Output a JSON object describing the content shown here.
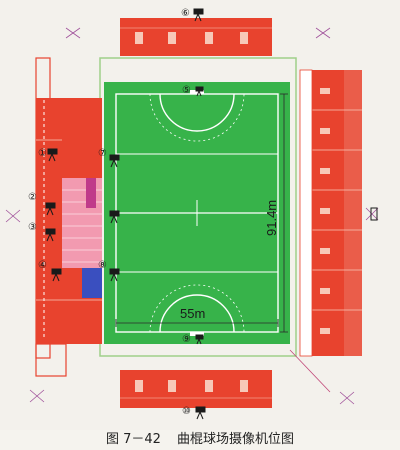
{
  "figure": {
    "number": "图 7－42",
    "title": "曲棍球场摄像机位图"
  },
  "field": {
    "width_label": "55m",
    "length_label": "91.4m"
  },
  "camera_markers": [
    {
      "id": "6",
      "label": "⑥"
    },
    {
      "id": "5",
      "label": "⑤"
    },
    {
      "id": "9",
      "label": "⑨"
    },
    {
      "id": "10",
      "label": "⑩"
    },
    {
      "id": "1",
      "label": "①"
    },
    {
      "id": "2",
      "label": "②"
    },
    {
      "id": "3",
      "label": "③"
    },
    {
      "id": "4",
      "label": "④"
    },
    {
      "id": "7",
      "label": "⑦"
    },
    {
      "id": "8",
      "label": "⑧"
    }
  ],
  "colors": {
    "stand_red": "#e8432e",
    "field_green": "#37b34a",
    "outline": "#6abf4b",
    "line_white": "#ffffff",
    "seat_pink": "#f29ab0",
    "seat_blue": "#3a4fbf",
    "accent_magenta": "#c03a8a"
  }
}
